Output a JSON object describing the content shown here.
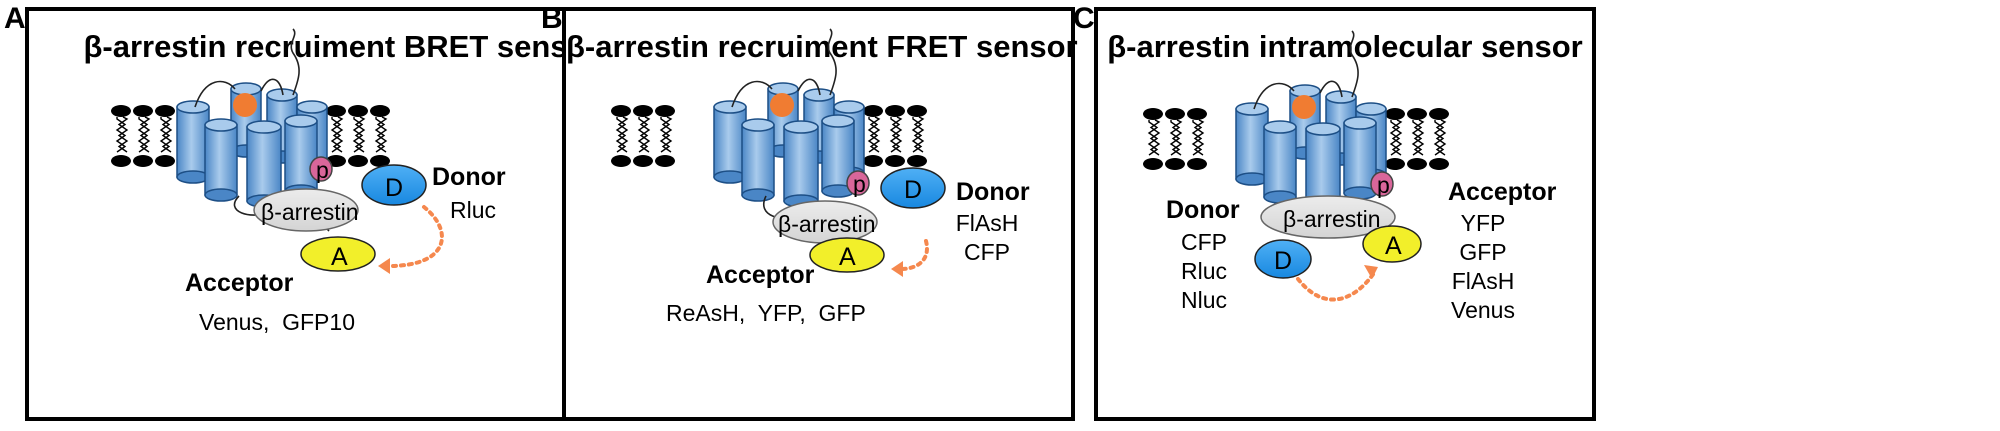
{
  "panels": [
    {
      "letter": "A",
      "title": "β-arrestin recruiment BRET sensor",
      "arrestin": "β-arrestin",
      "donor_label": "Donor",
      "donor_items": [
        "Rluc"
      ],
      "donor_letter": "D",
      "acceptor_label": "Acceptor",
      "acceptor_items": [
        "Venus,  GFP10"
      ],
      "acceptor_letter": "A",
      "phospho": "p"
    },
    {
      "letter": "B",
      "title": "β-arrestin recruiment FRET sensor",
      "arrestin": "β-arrestin",
      "donor_label": "Donor",
      "donor_items": [
        "FlAsH",
        "CFP"
      ],
      "donor_letter": "D",
      "acceptor_label": "Acceptor",
      "acceptor_items": [
        "ReAsH,  YFP,  GFP"
      ],
      "acceptor_letter": "A",
      "phospho": "p"
    },
    {
      "letter": "C",
      "title": "β-arrestin intramolecular sensor",
      "arrestin": "β-arrestin",
      "donor_label": "Donor",
      "donor_items": [
        "CFP",
        "Rluc",
        "Nluc"
      ],
      "donor_letter": "D",
      "acceptor_label": "Acceptor",
      "acceptor_items": [
        "YFP",
        "GFP",
        "FlAsH",
        "Venus"
      ],
      "acceptor_letter": "A",
      "phospho": "p"
    }
  ],
  "colors": {
    "helix": "#4a86c6",
    "helix_light": "#a9cbec",
    "ligand": "#f07c32",
    "phospho": "#d9669a",
    "donor": "#1888e0",
    "acceptor": "#f2ef2a",
    "arrestin": "#d4d4d4",
    "arrow": "#f5884e"
  }
}
